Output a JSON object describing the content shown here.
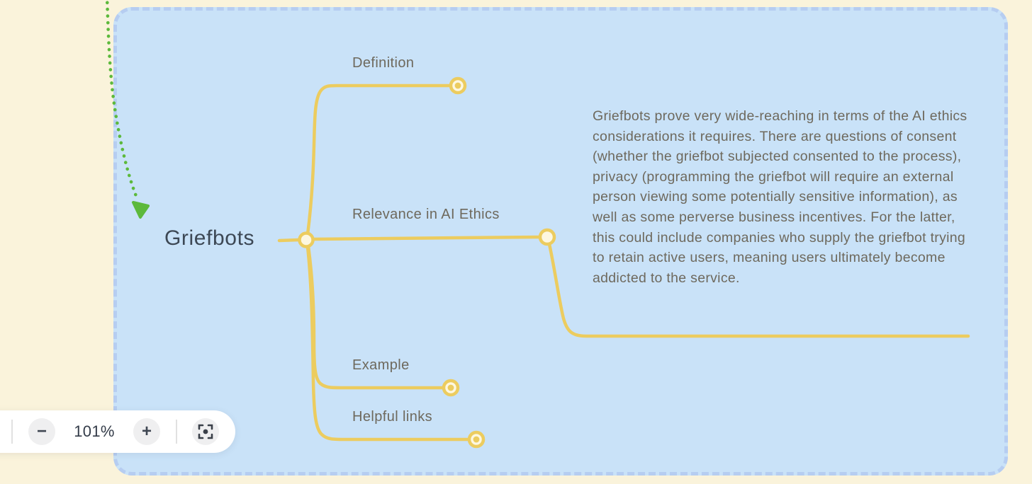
{
  "canvas": {
    "background_color": "#faf3db",
    "selection_fill": "#c9e2f8",
    "selection_dash_color": "#b6cdf1",
    "branch_color": "#eccc5f",
    "node_fill_color": "#fdf7e0",
    "arrow_color": "#5cb93c",
    "root_text_color": "#3d4855",
    "label_text_color": "#6e695d"
  },
  "mindmap": {
    "root": {
      "label": "Griefbots"
    },
    "branches": [
      {
        "label": "Definition",
        "state": "collapsed"
      },
      {
        "label": "Relevance in AI Ethics",
        "state": "expanded",
        "note": "Griefbots prove very wide-reaching in terms of the AI ethics considerations it requires. There are questions of consent (whether the griefbot subjected consented to the process), privacy (programming the griefbot will require an external person viewing some potentially sensitive information), as well as some perverse business incentives. For the latter, this could include companies who supply the griefbot trying to retain active users, meaning users ultimately become addicted to the service."
      },
      {
        "label": "Example",
        "state": "collapsed"
      },
      {
        "label": "Helpful links",
        "state": "collapsed"
      }
    ]
  },
  "zoom_toolbar": {
    "zoom_level": "101%",
    "zoom_out_label": "−",
    "zoom_in_label": "+",
    "recenter_icon": "focus-brackets-with-dot"
  }
}
